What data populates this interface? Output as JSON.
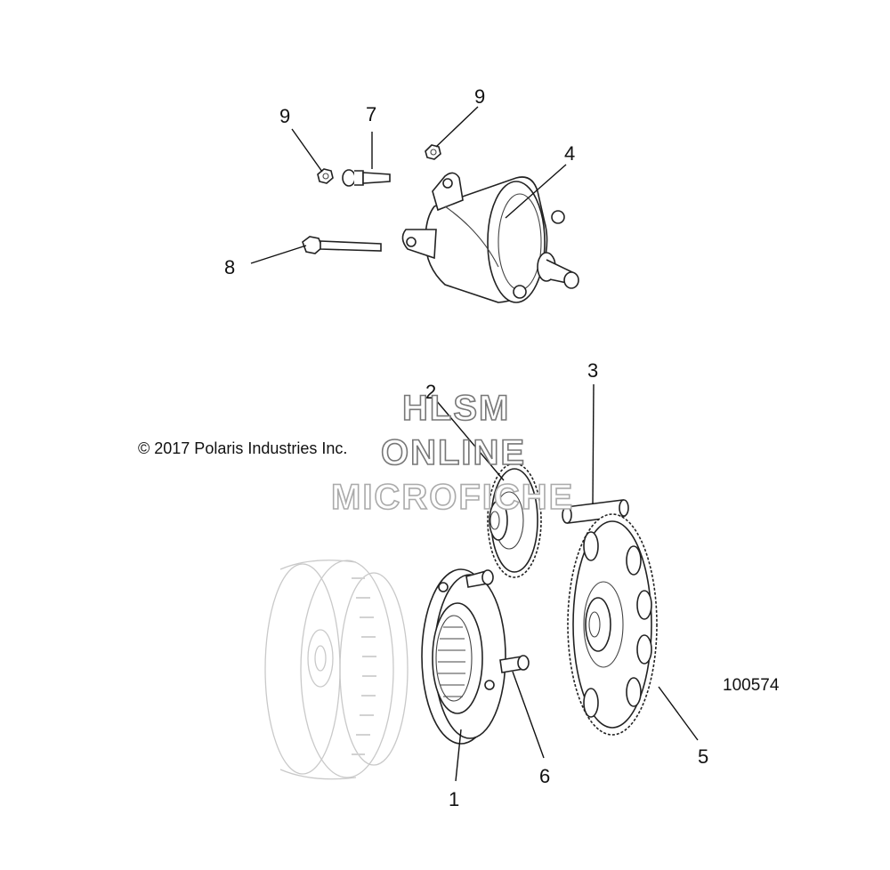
{
  "callouts": {
    "c1": "1",
    "c2": "2",
    "c3": "3",
    "c4": "4",
    "c5": "5",
    "c6": "6",
    "c7": "7",
    "c8": "8",
    "c9a": "9",
    "c9b": "9"
  },
  "copyright": "© 2017 Polaris Industries Inc.",
  "diagram_id": "100574",
  "watermark": {
    "line1": "HLSM",
    "line2": "ONLINE",
    "line3": "MICROFICHE"
  },
  "colors": {
    "ink": "#111111",
    "ghost": "#c9c9c9",
    "background": "#ffffff"
  }
}
